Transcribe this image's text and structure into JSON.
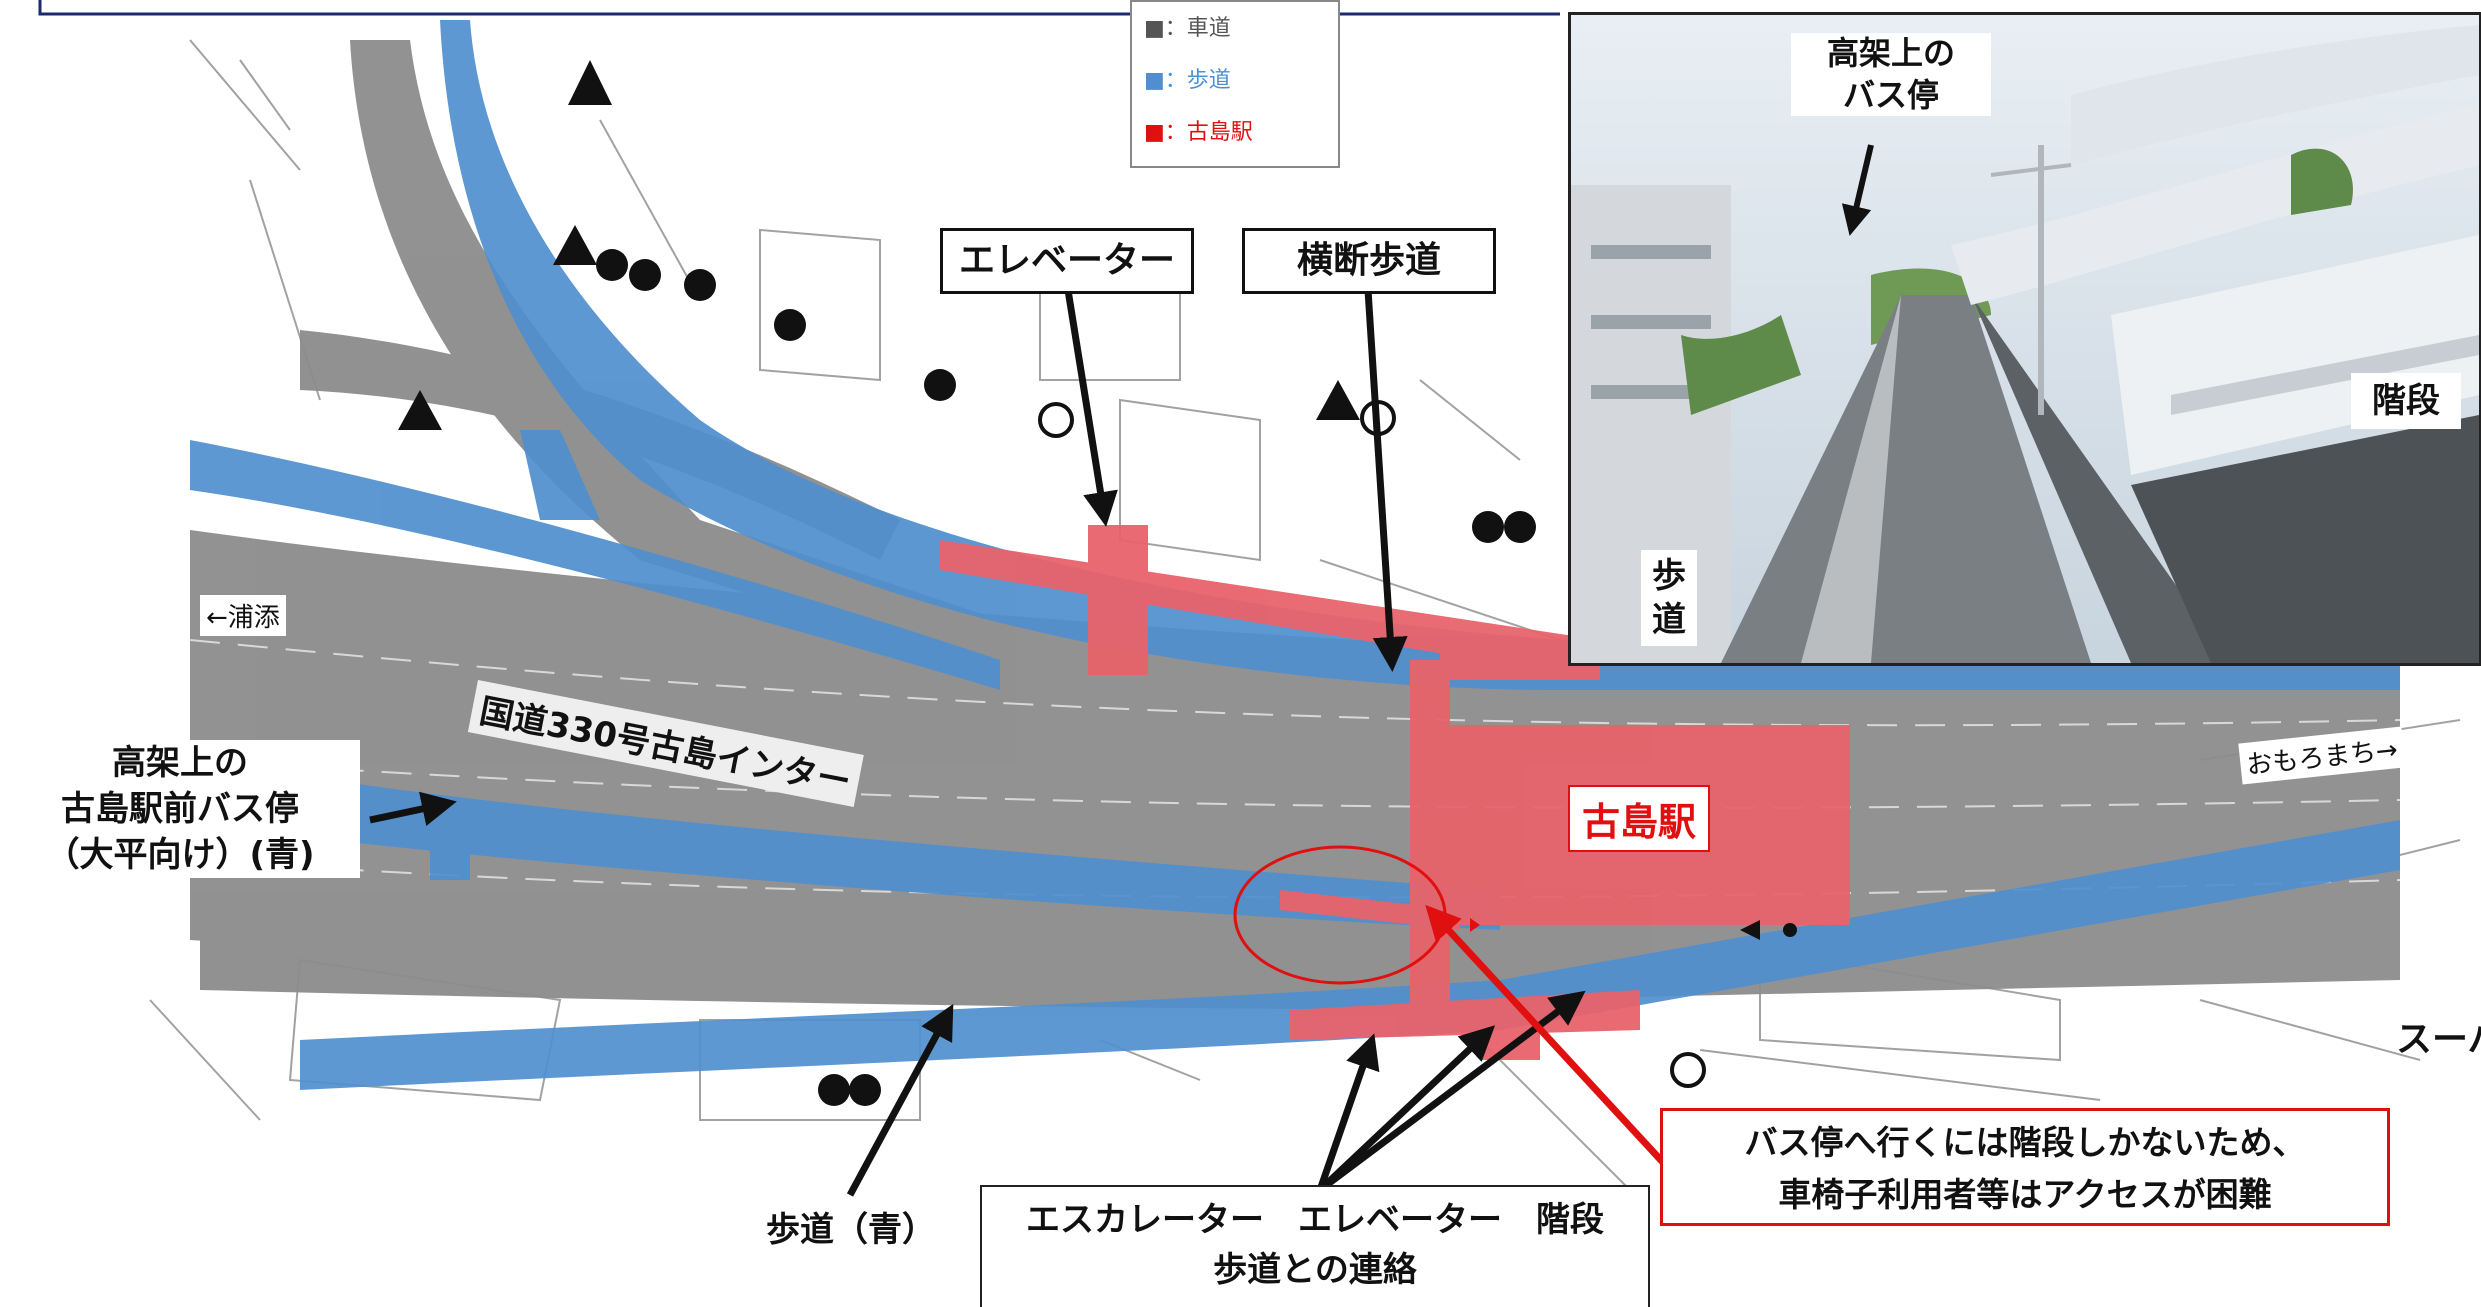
{
  "legend": {
    "road": "■：車道",
    "sidewalk": "■：歩道",
    "station": "■：古島駅",
    "colors": {
      "road": "#8c8c8c",
      "sidewalk": "#4f8fcf",
      "station": "#e8636b"
    }
  },
  "map_text": {
    "urasoe": "←浦添",
    "route": "国道330号古島インター",
    "omoromachi": "おもろまち→",
    "station": "古島駅",
    "super": "スーパー"
  },
  "callouts": {
    "elevator": "エレベーター",
    "crosswalk": "横断歩道",
    "bus_stop_line1": "高架上の",
    "bus_stop_line2": "古島駅前バス停",
    "bus_stop_line3": "（大平向け）(青)",
    "sidewalk_blue": "歩道（青）",
    "connection_line1": "エスカレーター　エレベーター　階段",
    "connection_line2": "歩道との連絡",
    "warning_line1": "バス停へ行くには階段しかないため、",
    "warning_line2": "車椅子利用者等はアクセスが困難"
  },
  "photo": {
    "bus_stop_line1": "高架上の",
    "bus_stop_line2": "バス停",
    "stairs": "階段",
    "sidewalk_line1": "歩",
    "sidewalk_line2": "道"
  },
  "colors": {
    "road": "#8c8c8c",
    "sidewalk": "#4f8fcf",
    "station": "#e8636b",
    "warning_red": "#e01010",
    "arrow": "#111111"
  }
}
